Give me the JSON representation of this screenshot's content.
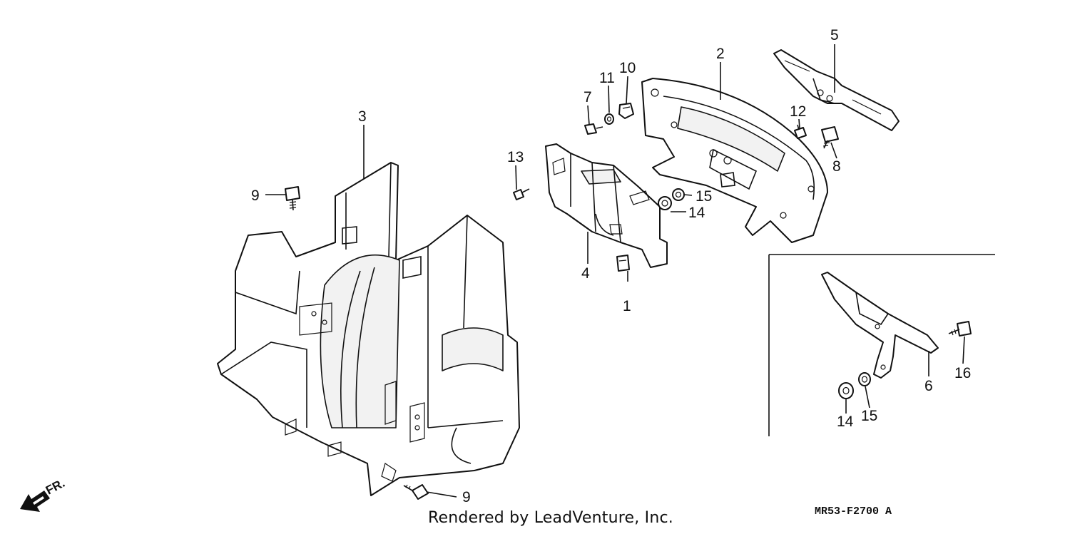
{
  "diagram": {
    "callouts": {
      "c1": "1",
      "c2": "2",
      "c3": "3",
      "c4": "4",
      "c5": "5",
      "c6": "6",
      "c7": "7",
      "c8": "8",
      "c9a": "9",
      "c9b": "9",
      "c10": "10",
      "c11": "11",
      "c12": "12",
      "c13": "13",
      "c14a": "14",
      "c14b": "14",
      "c15a": "15",
      "c15b": "15",
      "c16": "16"
    },
    "front_marker": "FR.",
    "drawing_code": "MR53-F2700 A",
    "credit": "Rendered by LeadVenture, Inc."
  }
}
